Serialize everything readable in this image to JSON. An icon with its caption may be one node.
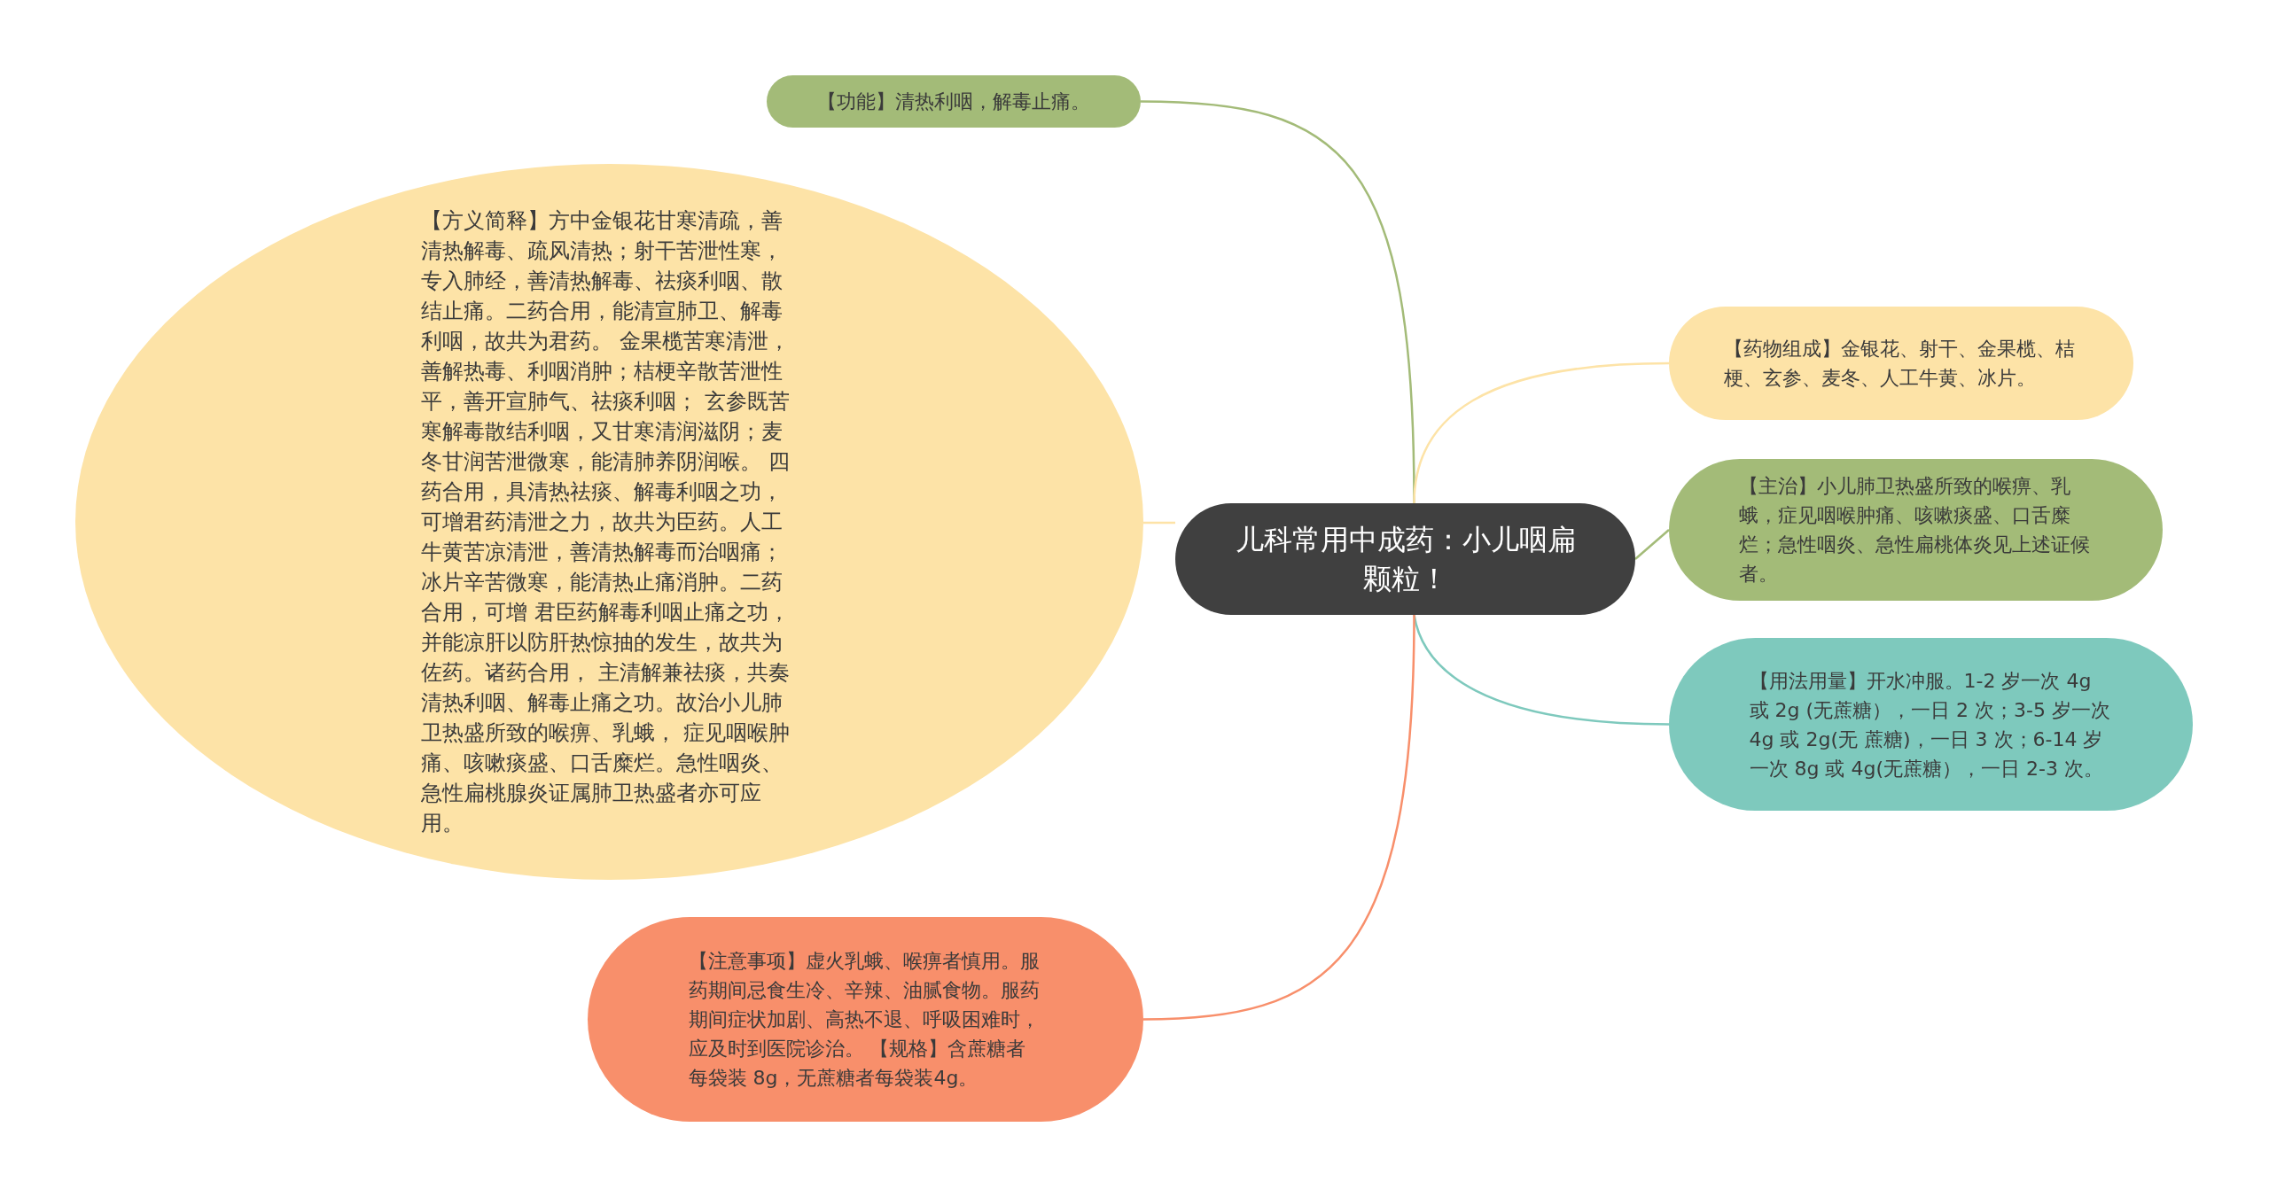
{
  "diagram": {
    "nodes": [
      {
        "text": [
          "儿科常用中成药：小儿咽扁颗粒！"
        ]
      },
      {
        "text": [
          "【功能】清热利咽，解毒止痛。"
        ]
      },
      {
        "text": [
          "【方义简释】方中金银花甘寒清疏，善清热解毒、疏风清热；射干苦泄性寒，专入肺经，善清热解毒、祛痰利咽、散结止痛。二药合用，能清宣肺卫、解毒利咽，故共为君药。 金果榄苦寒清泄，善解热毒、利咽消肿；桔梗辛散苦泄性平，善开宣肺气、祛痰利咽； 玄参既苦寒解毒散结利咽，又甘寒清润滋阴；麦冬甘润苦泄微寒，能清肺养阴润喉。 四药合用，具清热祛痰、解毒利咽之功，可增君药清泄之力，故共为臣药。人工牛黄苦凉清泄，善清热解毒而治咽痛；冰片辛苦微寒，能清热止痛消肿。二药合用，可增 君臣药解毒利咽止痛之功，并能凉肝以防肝热惊抽的发生，故共为佐药。诸药合用， 主清解兼祛痰，共奏清热利咽、解毒止痛之功。故治小儿肺卫热盛所致的喉痹、乳蛾， 症见咽喉肿痛、咳嗽痰盛、口舌糜烂。急性咽炎、急性扁桃腺炎证属肺卫热盛者亦可应用。"
        ]
      },
      {
        "text": [
          "【药物组成】金银花、射干、金果榄、桔梗、玄参、麦冬、人工牛黄、冰片。"
        ]
      },
      {
        "text": [
          "【主治】小儿肺卫热盛所致的喉痹、乳蛾，症见咽喉肿痛、咳嗽痰盛、口舌糜烂；急性咽炎、急性扁桃体炎见上述证候者。"
        ]
      },
      {
        "text": [
          "【用法用量】开水冲服。1-2 岁一次 4g 或 2g (无蔗糖），一日 2 次；3-5 岁一次 4g 或 2g(无 蔗糖)，一日 3 次；6-14 岁一次 8g 或 4g(无蔗糖），一日 2-3 次。"
        ]
      },
      {
        "text": [
          "【注意事项】虚火乳蛾、喉痹者慎用。服药期间忌食生冷、辛辣、油腻食物。服药期间症状加剧、高热不退、呼吸困难时，应及时到医院诊治。 【规格】含蔗糖者每袋装 8g，无蔗糖者每袋装4g。"
        ]
      }
    ],
    "edges": [
      {
        "from": 0,
        "to": 1,
        "arrow": "none",
        "color": "#a3bb78"
      },
      {
        "from": 0,
        "to": 2,
        "arrow": "none",
        "color": "#fde3a7"
      },
      {
        "from": 0,
        "to": 3,
        "arrow": "none",
        "color": "#fde3a7"
      },
      {
        "from": 0,
        "to": 4,
        "arrow": "none",
        "color": "#a3bb78"
      },
      {
        "from": 0,
        "to": 5,
        "arrow": "none",
        "color": "#7ec9bd"
      },
      {
        "from": 0,
        "to": 6,
        "arrow": "none",
        "color": "#f88f6b"
      }
    ]
  }
}
